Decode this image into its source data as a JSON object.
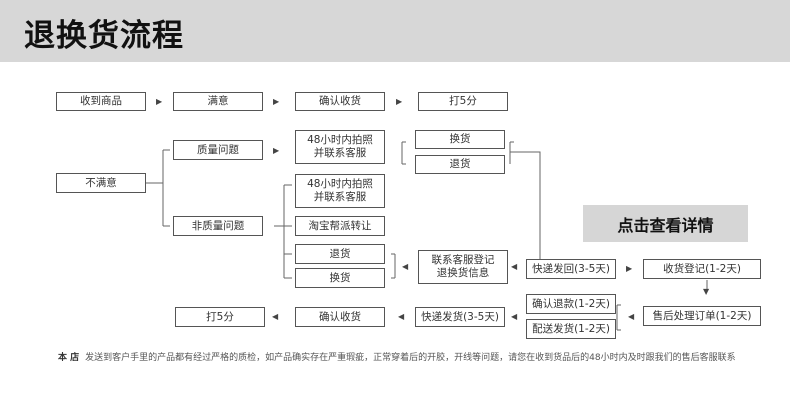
{
  "header": {
    "title": "退换货流程"
  },
  "nodes": {
    "received": "收到商品",
    "satisfied": "满意",
    "confirm_receipt_top": "确认收货",
    "rate5": "打5分",
    "unsatisfied": "不满意",
    "quality_issue": "质量问题",
    "contact_48h_a": "48小时内拍照\n并联系客服",
    "exchange_top": "换货",
    "return_top": "退货",
    "non_quality_issue": "非质量问题",
    "contact_48h_b": "48小时内拍照\n并联系客服",
    "taobao_dispute": "淘宝帮派转让",
    "return_mid": "退货",
    "exchange_mid": "换货",
    "contact_register": "联系客服登记\n退换货信息",
    "ship_back": "快递发回(3-5天)",
    "receive_register": "收货登记(1-2天)",
    "after_sale_process": "售后处理订单(1-2天)",
    "confirm_refund": "确认退款(1-2天)",
    "deliver_goods": "配送发货(1-2天)",
    "express_ship": "快递发货(3-5天)",
    "confirm_receipt_bottom": "确认收货",
    "rate5_bottom": "打5分"
  },
  "cta": {
    "label": "点击查看详情"
  },
  "note": {
    "label": "本 店",
    "text": "发送到客户手里的产品都有经过严格的质检，如产品确实存在严重瑕疵，正常穿着后的开胶，开线等问题，请您在收到货品后的48小时内及时跟我们的售后客服联系"
  },
  "colors": {
    "header_bg": "#d7d7d7",
    "cta_bg": "#d6d6d6",
    "line": "#555555"
  }
}
